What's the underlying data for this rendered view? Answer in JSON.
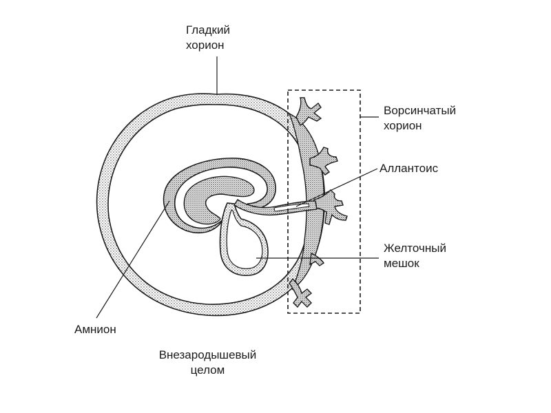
{
  "diagram": {
    "labels": {
      "smooth_chorion": [
        "Гладкий",
        "хорион"
      ],
      "villous_chorion": [
        "Ворсинчатый",
        "хорион"
      ],
      "allantois": [
        "Аллантоис"
      ],
      "yolk_sac": [
        "Желточный",
        "мешок"
      ],
      "amnion": [
        "Амнион"
      ],
      "coelom": [
        "Внезародышевый",
        "целом"
      ]
    },
    "colors": {
      "ink": "#1a1a1a",
      "stipple": "#444444",
      "background": "#ffffff"
    }
  }
}
